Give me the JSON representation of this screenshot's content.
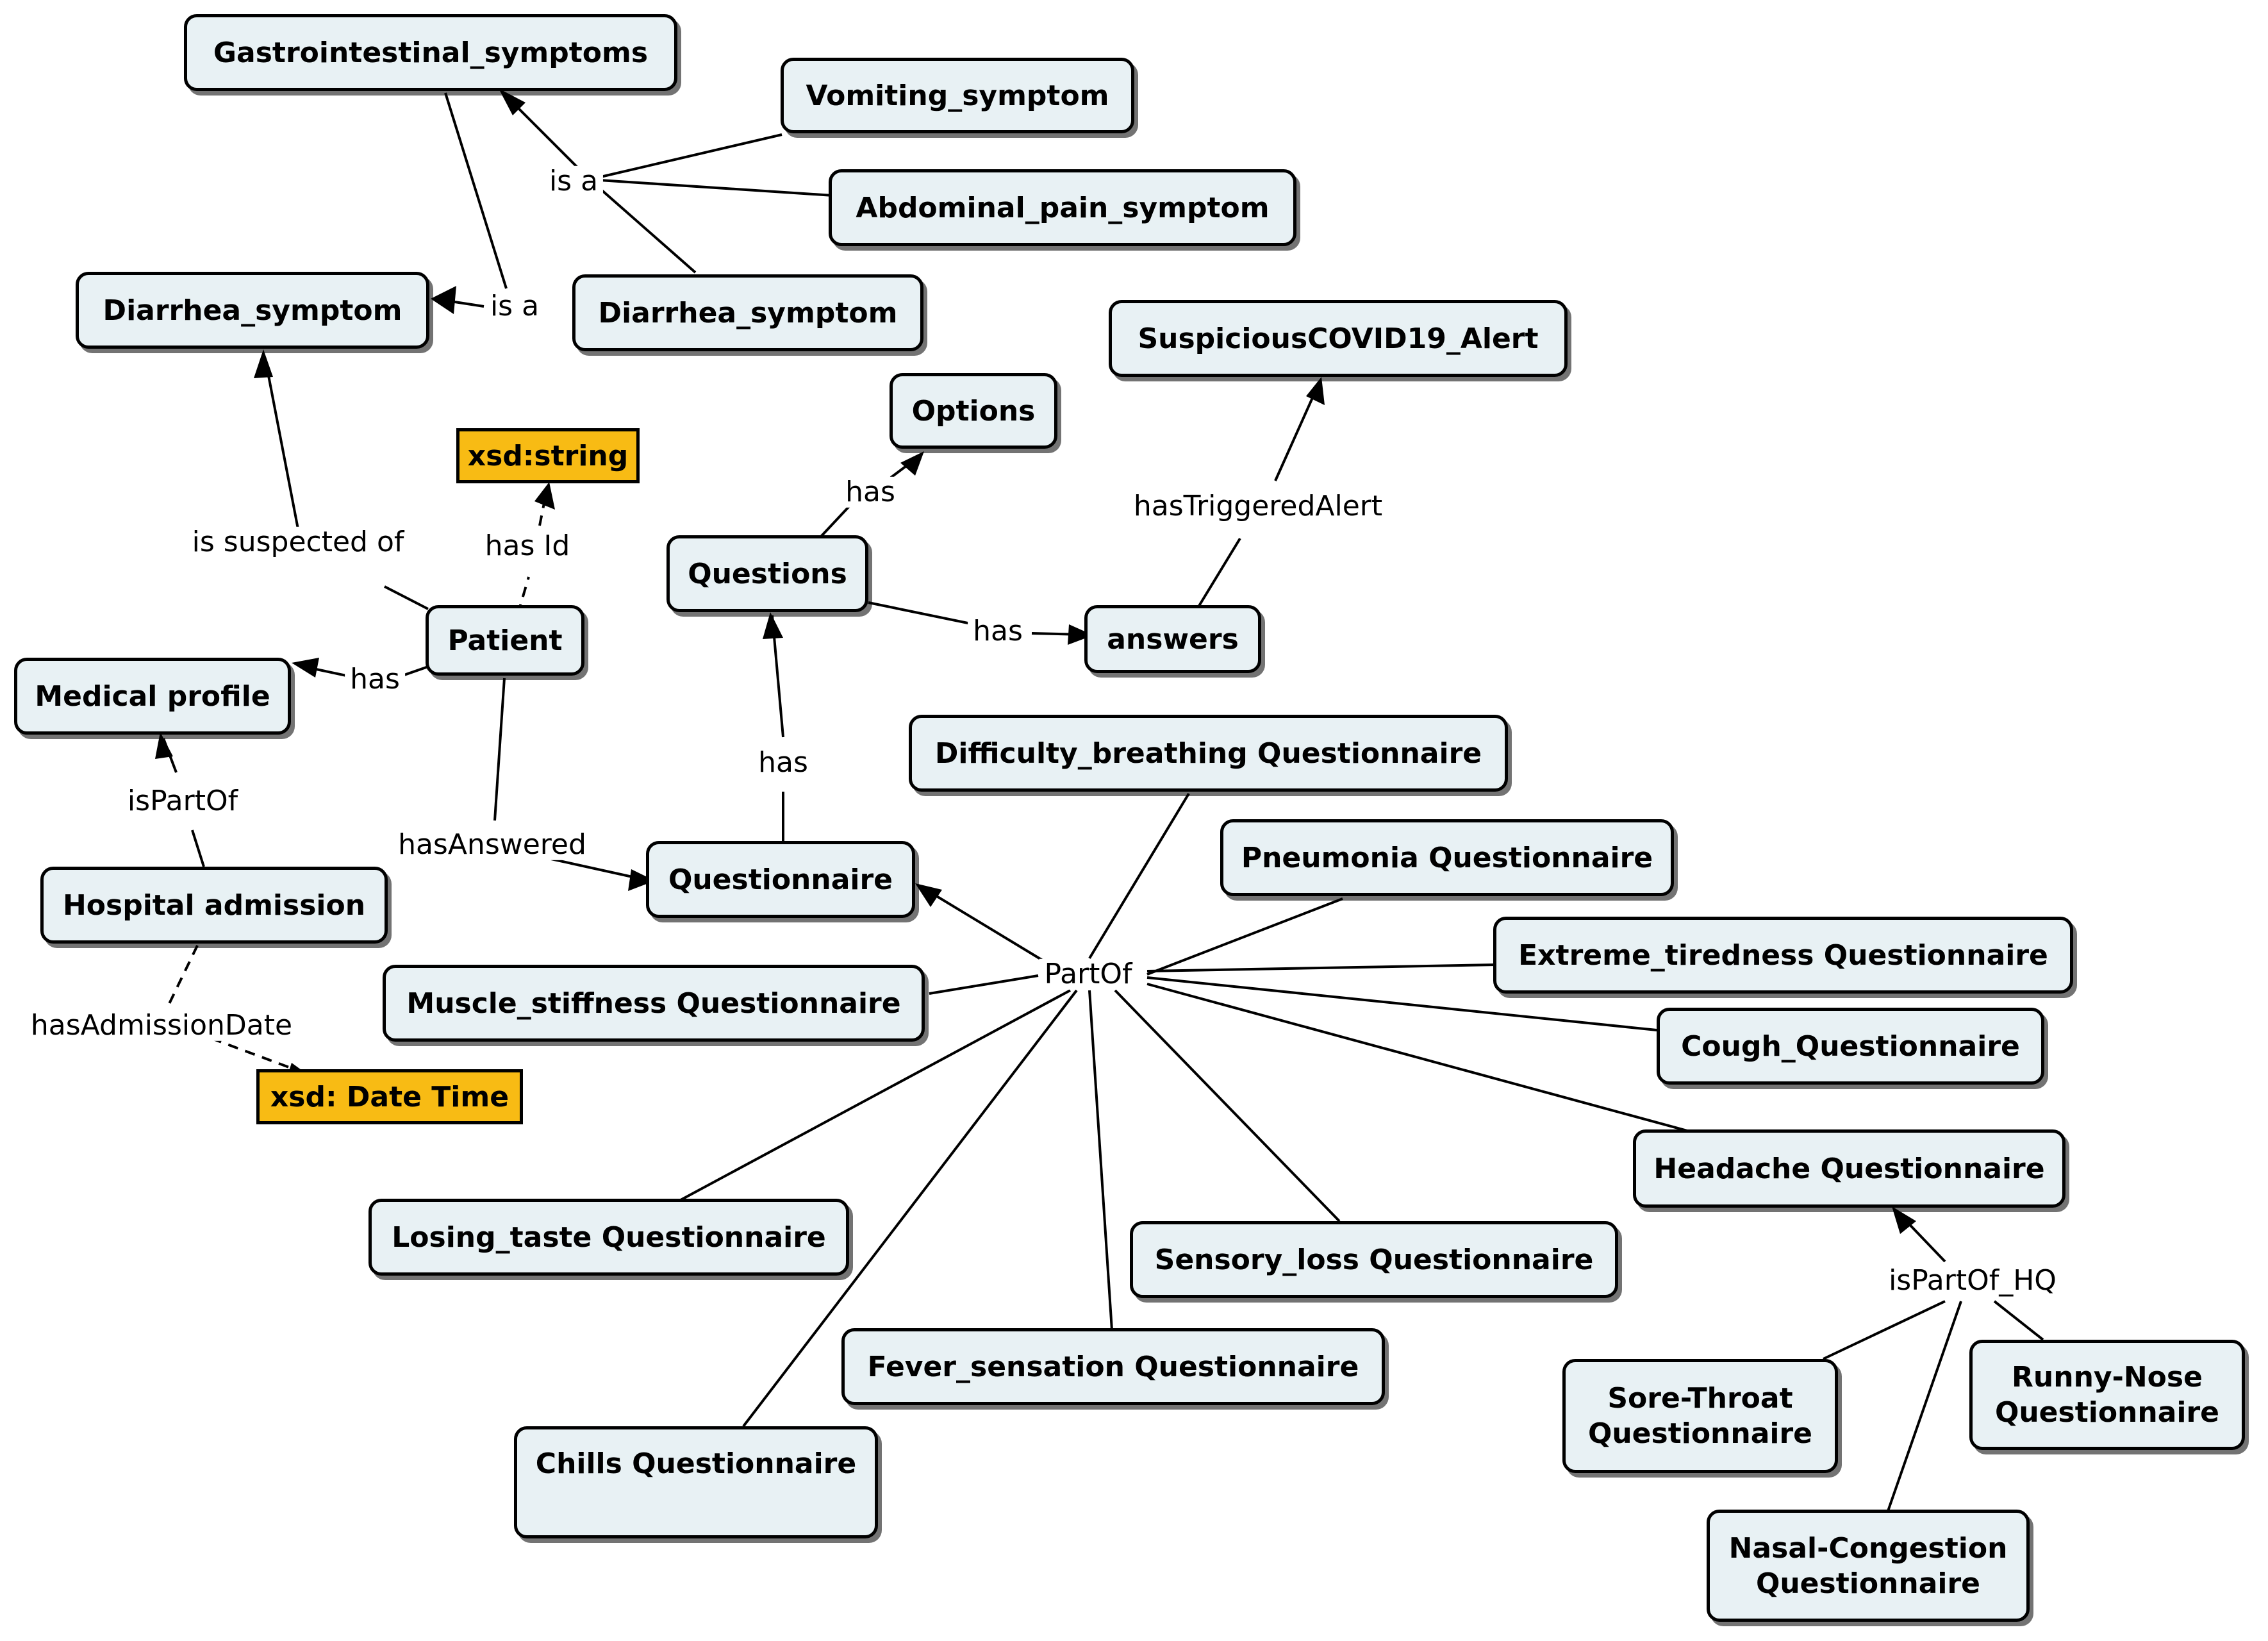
{
  "diagram": {
    "nodes": {
      "gastro": "Gastrointestinal_symptoms",
      "vomiting": "Vomiting_symptom",
      "abdominal": "Abdominal_pain_symptom",
      "diarrhea_left": "Diarrhea_symptom",
      "diarrhea_mid": "Diarrhea_symptom",
      "suspicious": "SuspiciousCOVID19_Alert",
      "options": "Options",
      "xsd_string": "xsd:string",
      "questions": "Questions",
      "answers": "answers",
      "patient": "Patient",
      "medical_profile": "Medical profile",
      "difficulty": "Difficulty_breathing Questionnaire",
      "pneumonia": "Pneumonia Questionnaire",
      "extreme": "Extreme_tiredness Questionnaire",
      "questionnaire": "Questionnaire",
      "hospital": "Hospital admission",
      "muscle": "Muscle_stiffness Questionnaire",
      "cough": "Cough_Questionnaire",
      "xsd_datetime": "xsd: Date Time",
      "headache": "Headache Questionnaire",
      "losing": "Losing_taste Questionnaire",
      "sensory": "Sensory_loss Questionnaire",
      "fever": "Fever_sensation Questionnaire",
      "sore": "Sore-Throat\nQuestionnaire",
      "runny": "Runny-Nose\nQuestionnaire",
      "chills": "Chills Questionnaire",
      "nasal": "Nasal-Congestion\nQuestionnaire"
    },
    "edge_labels": {
      "is_a_1": "is a",
      "is_a_2": "is a",
      "has_options": "has",
      "has_triggered": "hasTriggeredAlert",
      "has_id": "has Id",
      "is_suspected": "is suspected of",
      "has_answers": "has",
      "has_profile": "has",
      "has_questions": "has",
      "is_part_of": "isPartOf",
      "has_answered": "hasAnswered",
      "part_of": "PartOf",
      "has_admission_date": "hasAdmissionDate",
      "is_part_of_hq": "isPartOf_HQ"
    }
  },
  "colors": {
    "node_fill": "#e8f1f4",
    "literal_fill": "#f8bb14",
    "stroke": "#000000"
  }
}
